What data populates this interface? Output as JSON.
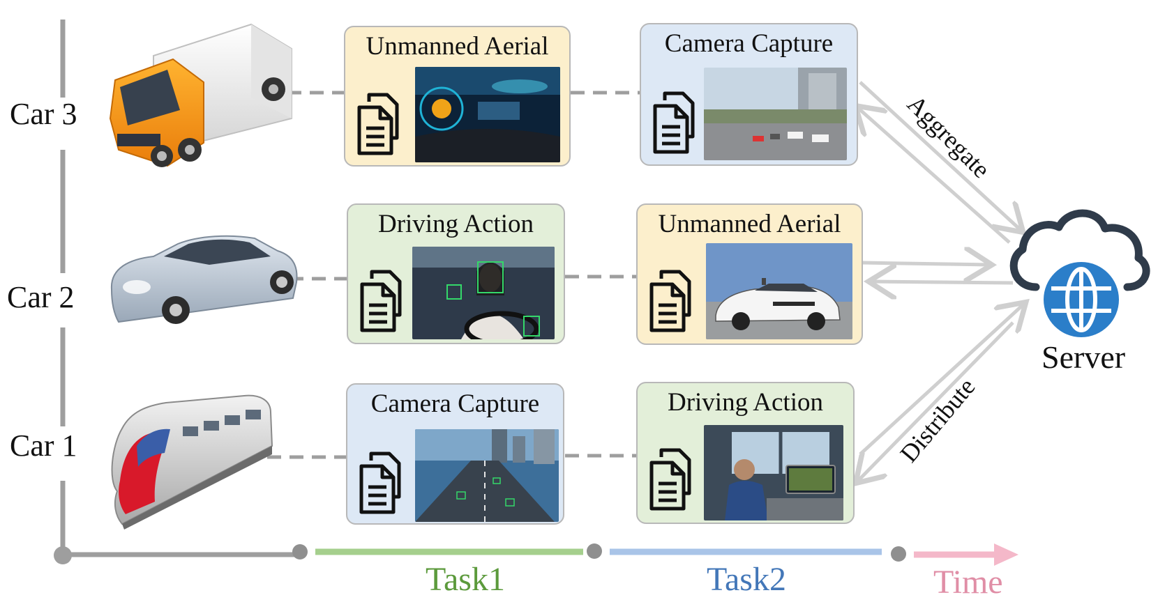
{
  "cars": [
    {
      "label": "Car 3",
      "vehicle": "truck-icon"
    },
    {
      "label": "Car 2",
      "vehicle": "sedan-icon"
    },
    {
      "label": "Car 1",
      "vehicle": "train-icon"
    }
  ],
  "tasks": {
    "row3": {
      "task1": "Unmanned Aerial",
      "task2": "Camera Capture"
    },
    "row2": {
      "task1": "Driving Action",
      "task2": "Unmanned Aerial"
    },
    "row1": {
      "task1": "Camera Capture",
      "task2": "Driving Action"
    }
  },
  "timeline": {
    "task1": "Task1",
    "task2": "Task2",
    "time": "Time"
  },
  "server": {
    "label": "Server",
    "icon": "cloud-globe-icon"
  },
  "arrows": {
    "aggregate": "Aggregate",
    "distribute": "Distribute"
  },
  "colors": {
    "yellow": "#fcefcc",
    "blue": "#dde8f5",
    "green": "#e3efd9",
    "task1": "#5c9a3c",
    "task2": "#4377b8",
    "time": "#e08ea6",
    "axis": "#9e9e9e",
    "globe": "#2b7ec9"
  }
}
